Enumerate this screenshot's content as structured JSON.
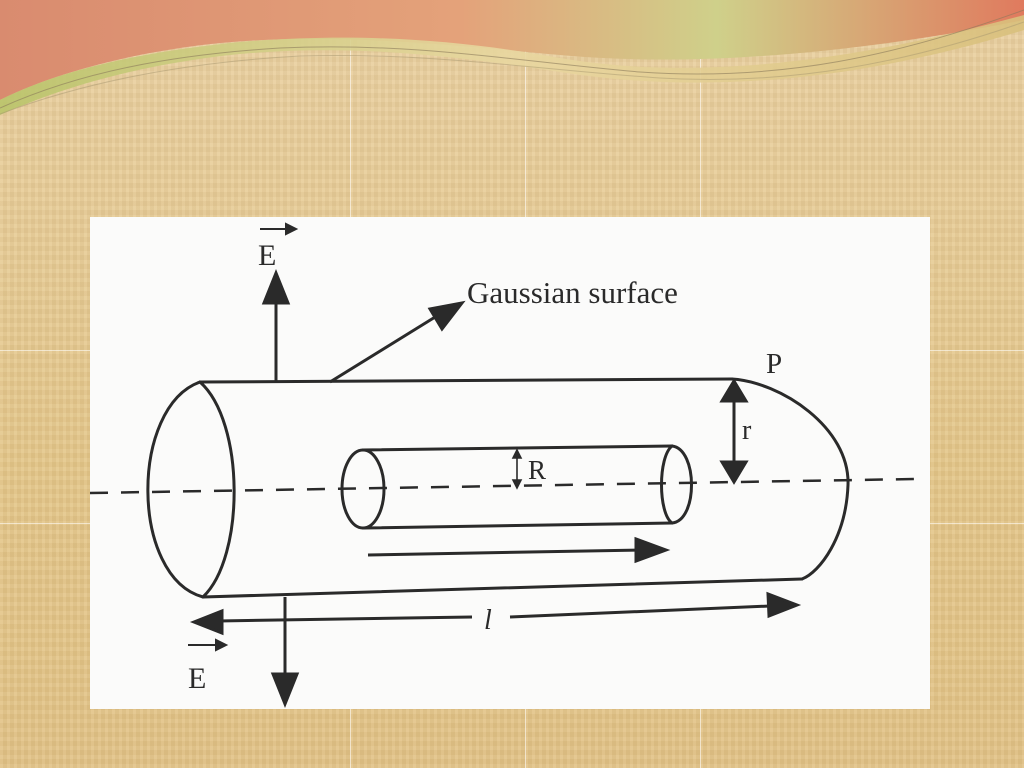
{
  "diagram": {
    "labels": {
      "field_top": "E",
      "field_bottom": "E",
      "gaussian_surface": "Gaussian surface",
      "point": "P",
      "outer_radius": "r",
      "inner_radius": "R",
      "length": "l"
    }
  },
  "colors": {
    "ink": "#2a2a2a",
    "panel": "#fbfbfa",
    "background": "#e6c98e"
  }
}
